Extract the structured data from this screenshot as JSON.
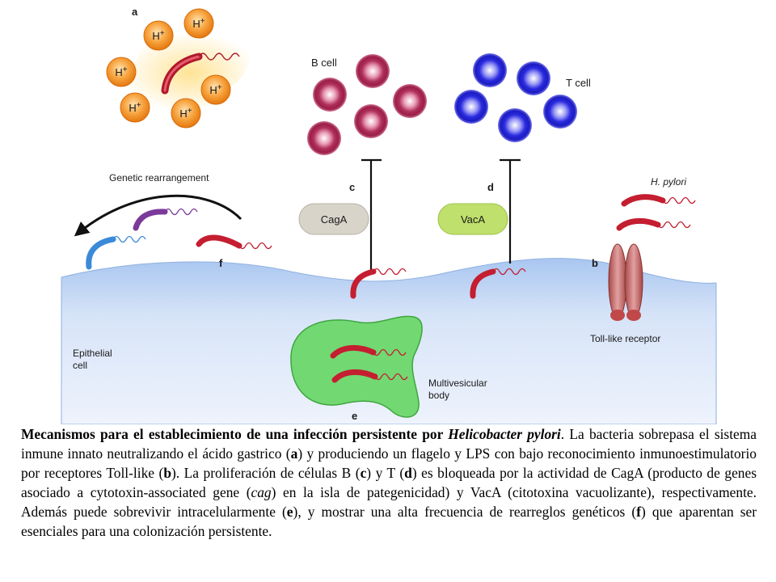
{
  "diagram": {
    "panels": {
      "a": "a",
      "b": "b",
      "c": "c",
      "d": "d",
      "e": "e",
      "f": "f"
    },
    "proton": {
      "symbol": "H",
      "charge": "+"
    },
    "labels": {
      "b_cell": "B cell",
      "t_cell": "T cell",
      "genetic_rearrangement": "Genetic rearrangement",
      "h_pylori": "H. pylori",
      "caga": "CagA",
      "vaca": "VacA",
      "toll_like_receptor": "Toll-like receptor",
      "epithelial_line1": "Epithelial",
      "epithelial_line2": "cell",
      "multivesicular_line1": "Multivesicular",
      "multivesicular_line2": "body"
    },
    "colors": {
      "epithelium": "#bcd3f3",
      "b_cell": "#b0305c",
      "t_cell": "#2a2ae0",
      "proton": "#f08a1e",
      "bacterium": "#d8283c",
      "multivesicular_body": "#6fd66f",
      "caga_pill": "#d6d2c8",
      "vaca_pill": "#bde06a"
    }
  },
  "caption": {
    "title_bold": "Mecanismos para el establecimiento de una infección persistente por ",
    "title_italic": "Helicobacter pylori",
    "s1": ". La bacteria sobrepasa el sistema inmune innato neutralizando el ácido gastrico (",
    "a": "a",
    "s2": ") y produciendo un flagelo y LPS con bajo reconocimiento inmunoestimulatorio por receptores Toll-like (",
    "b": "b",
    "s3": "). La proliferación de células B (",
    "c": "c",
    "s4": ") y T (",
    "d": "d",
    "s5": ") es bloqueada por la actividad de CagA (producto de genes asociado a cytotoxin-associated gene (",
    "cag": "cag",
    "s6": ") en la isla de pategenicidad) y VacA (citotoxina vacuolizante), respectivamente. Además puede sobrevivir intracelularmente (",
    "e": "e",
    "s7": "),  y mostrar una alta frecuencia de rearreglos genéticos (",
    "f": "f",
    "s8": ") que aparentan ser esenciales para una colonización persistente."
  }
}
